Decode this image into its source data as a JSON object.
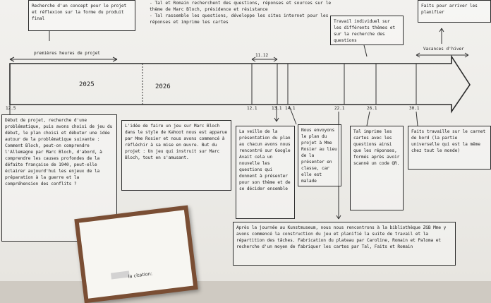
{
  "timeline": {
    "year1": "2025",
    "year2": "2026",
    "phase1_label": "premières heures de projet",
    "phase2_label": "Vacances d'hiver",
    "date_start": "12.5",
    "date_11_12": "11.12",
    "date_12_1": "12.1",
    "date_13_1": "13.1",
    "date_14_1": "14.1",
    "date_22_1": "22.1",
    "date_26_1": "26.1",
    "date_30_1": "30.1"
  },
  "notes": {
    "top_left_box": "Recherche d'un concept pour le projet et réflexion sur la forme du produit final",
    "top_center_text": "- Tal et Romain recherchent des questions, réponses et sources sur le thème de Marc Bloch, présidence et résistance\n- Tal rassemble les questions, développe les sites internet pour les réponses et imprime les cartes",
    "top_right_box": "Travail individuel sur les différents thèmes et sur la recherche des questions",
    "far_right_box": "Faits pour arriver les planifier",
    "bottom_left_box": "Début de projet, recherche d'une problématique, puis avons choisi de jeu du début, le plan choisi et débuter une idée autour de la problématique suivante : Comment Bloch, peut-on comprendre l'Allemagne par Marc Bloch, d'abord, à comprendre les causes profondes de la défaite française de 1940, peut-elle éclairer aujourd'hui les enjeux de la préparation à la guerre et la compréhension des conflits ?",
    "bottom_center_left_box": "L'idée de faire un jeu sur Marc Bloch dans le style de Kahoot nous est apparue par Mme Rosier et nous avons commencé à réfléchir à sa mise en œuvre. But du projet : Un jeu qui instruit sur Marc Bloch, tout en s'amusant.",
    "bottom_center_box1": "La veille de la présentation du plan au chacun avons nous rencontré sur Google Avait cela un nouvelle les questions qui donnent à présenter pour son thème et de se décider ensemble",
    "bottom_center_box2": "Nous envoyons le plan du projet à Mme Rosier au lieu de la présenter en classe, car elle est malade",
    "bottom_right_box1": "Tal imprime les cartes avec les questions ainsi que les réponses, formés après avoir scanné un code QR.",
    "bottom_right_box2": "Faits travaille sur le carnet de bord (la partie universelle qui est la même chez tout le monde)",
    "bottom_wide_box": "Après la journée au Kunstmuseum, nous nous rencontrons à la bibliothèque ZGB Mme y avons commencé la construction du jeu et planifié la suite de travail et la répartition des tâches. Fabrication du plateau par Caroline, Romain et Paloma et recherche d'un moyen de fabriquer les cartes par Tal, Faits et Romain"
  },
  "card": {
    "text": "la citation:"
  }
}
